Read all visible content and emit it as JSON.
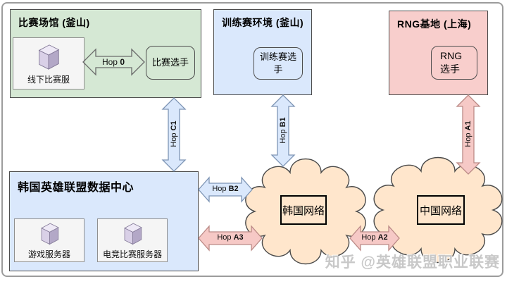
{
  "diagram": {
    "venue": {
      "title": "比赛场馆 (釜山)",
      "server": "线下比赛服",
      "player": "比赛选手"
    },
    "scrim": {
      "title": "训练赛环境 (釜山)",
      "player": "训练赛选手"
    },
    "rng": {
      "title": "RNG基地 (上海)",
      "player": "RNG 选手"
    },
    "datacenter": {
      "title": "韩国英雄联盟数据中心",
      "server1": "游戏服务器",
      "server2": "电竞比赛服务器"
    },
    "clouds": {
      "korea": "韩国网络",
      "china": "中国网络"
    },
    "hops": {
      "hop0": {
        "prefix": "Hop",
        "id": "0"
      },
      "c1": {
        "prefix": "Hop",
        "id": "C1"
      },
      "b1": {
        "prefix": "Hop",
        "id": "B1"
      },
      "a1": {
        "prefix": "Hop",
        "id": "A1"
      },
      "b2": {
        "prefix": "Hop",
        "id": "B2"
      },
      "a3": {
        "prefix": "Hop",
        "id": "A3"
      },
      "a2": {
        "prefix": "Hop",
        "id": "A2"
      }
    },
    "watermark": "知乎 @英雄联盟职业联赛",
    "colors": {
      "venue_fill": "#d5e8d4",
      "scrim_fill": "#dae8fc",
      "rng_fill": "#f8cecc",
      "datacenter_fill": "#dae8fc",
      "cloud_fill": "#ffe6cc",
      "blue_arrow": "#dae8fc",
      "pink_arrow": "#f6c9c6",
      "card_fill": "#f5f5f5"
    }
  }
}
